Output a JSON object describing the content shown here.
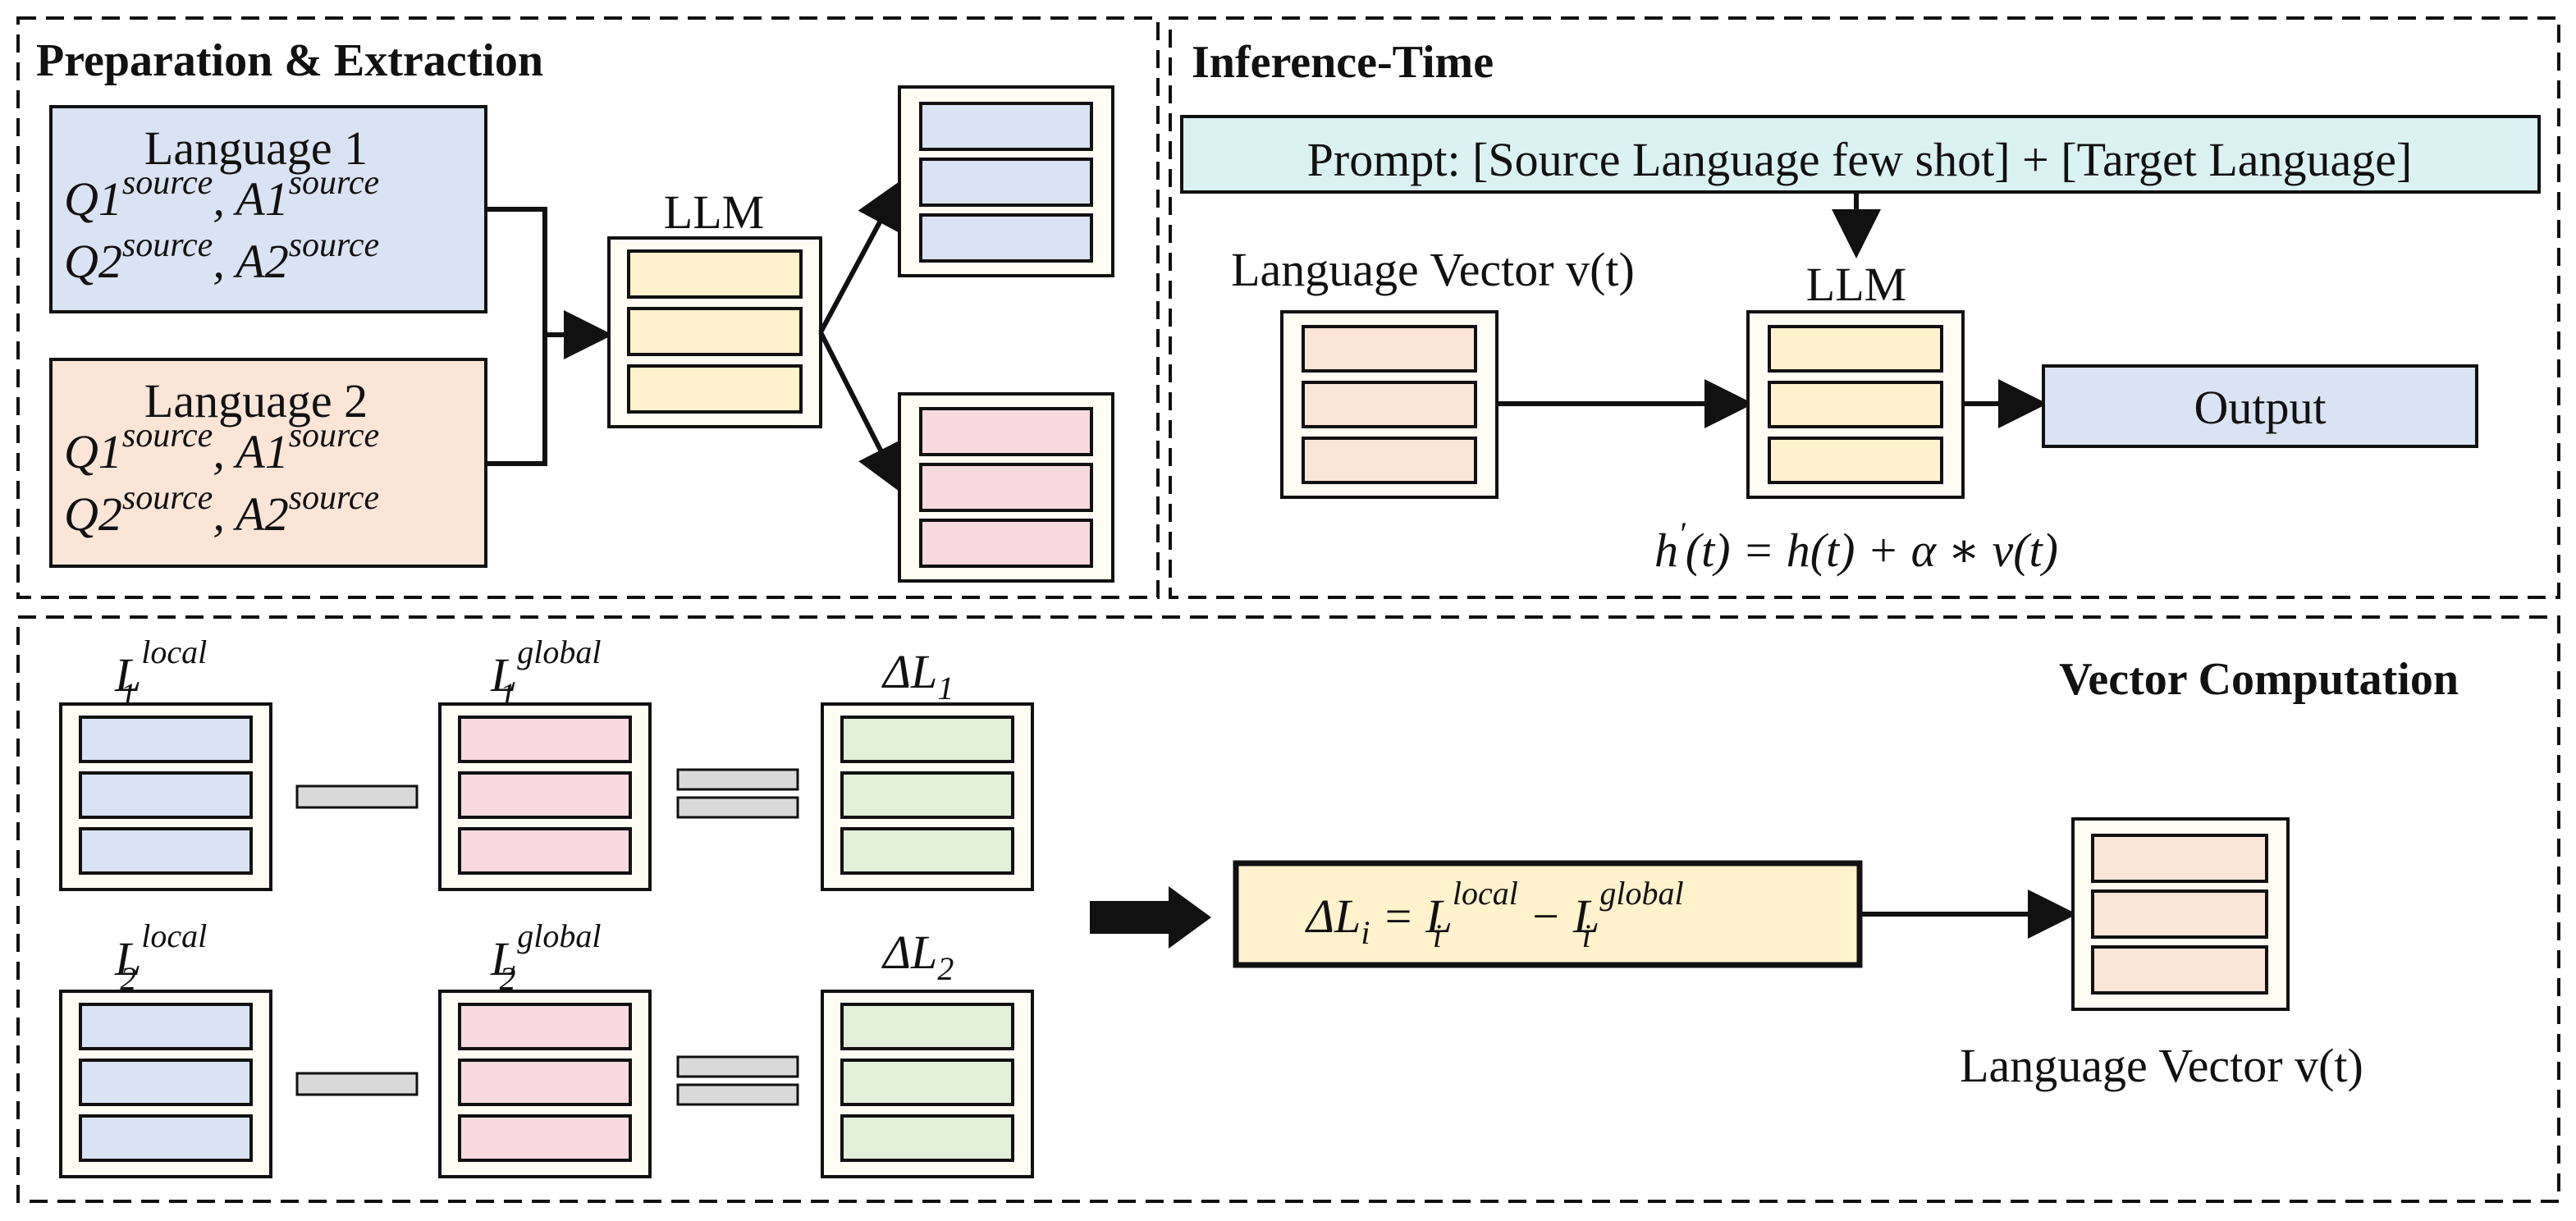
{
  "colors": {
    "blue": "#dae3f3",
    "peach": "#fbe5d6",
    "yellow": "#fff2cc",
    "pink": "#f8d9e0",
    "green": "#e2efda",
    "cyan": "#daf2f2",
    "grey": "#d9d9d9",
    "outer": "#fdfdf3",
    "stroke": "#111111"
  },
  "prep": {
    "title": "Preparation & Extraction",
    "lang1": {
      "title": "Language 1",
      "q1": "Q1",
      "a1": "A1",
      "q2": "Q2",
      "a2": "A2",
      "sup": "source"
    },
    "lang2": {
      "title": "Language 2",
      "q1": "Q1",
      "a1": "A1",
      "q2": "Q2",
      "a2": "A2",
      "sup": "source"
    },
    "llm_label": "LLM"
  },
  "inference": {
    "title": "Inference-Time",
    "prompt": "Prompt: [Source Language few shot] + [Target Language]",
    "vector_label": "Language Vector v(t)",
    "llm_label": "LLM",
    "output": "Output",
    "formula": {
      "h": "h",
      "prime": "′",
      "t": "(t)",
      "eq": " = ",
      "h2": "h",
      "t2": "(t)",
      "plus": " + ",
      "alpha": "α",
      "star": " ∗ ",
      "v": "v",
      "t3": "(t)"
    }
  },
  "vector": {
    "title": "Vector Computation",
    "l1_local": {
      "base": "L",
      "sub": "1",
      "sup": "local"
    },
    "l1_global": {
      "base": "L",
      "sub": "1",
      "sup": "global"
    },
    "delta1": {
      "delta": "Δ",
      "base": "L",
      "sub": "1"
    },
    "l2_local": {
      "base": "L",
      "sub": "2",
      "sup": "local"
    },
    "l2_global": {
      "base": "L",
      "sub": "2",
      "sup": "global"
    },
    "delta2": {
      "delta": "Δ",
      "base": "L",
      "sub": "2"
    },
    "equation": {
      "delta": "Δ",
      "L": "L",
      "i": "i",
      "eq": " = ",
      "L2": "L",
      "sup_local": "local",
      "minus": " − ",
      "L3": "L",
      "sup_global": "global"
    },
    "vector_label": "Language Vector v(t)"
  }
}
